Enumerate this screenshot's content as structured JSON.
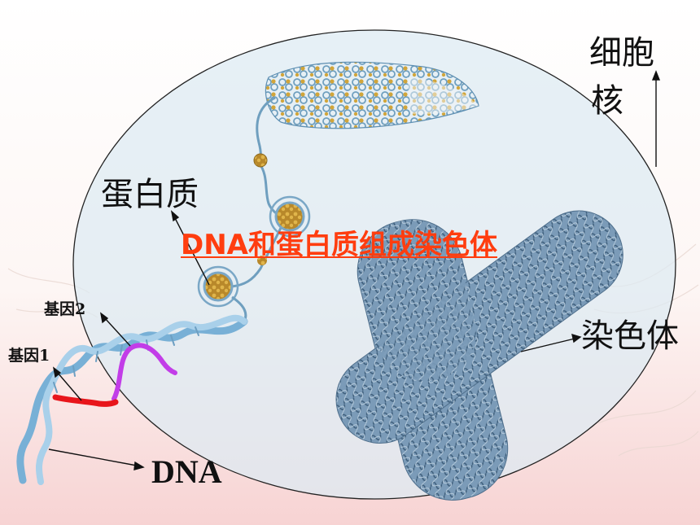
{
  "title": "DNA和蛋白质组成染色体",
  "labels": {
    "nucleus_line1": "细胞",
    "nucleus_line2": "核",
    "protein": "蛋白质",
    "chromosome": "染色体",
    "gene2": "基因2",
    "gene1": "基因1",
    "dna": "DNA"
  },
  "colors": {
    "title": "#ff3d0f",
    "nucleus_fill": "#dceaf3",
    "dna_strand": "#6fa9cf",
    "gene1": "#e8151b",
    "gene2": "#c23de8",
    "chromosome": "#6f90ad",
    "histone": "#c99a2e"
  }
}
